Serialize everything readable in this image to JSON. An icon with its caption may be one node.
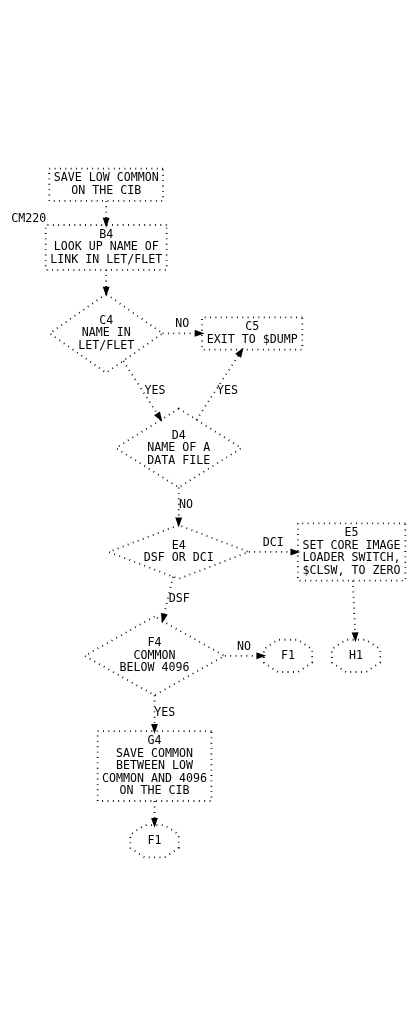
{
  "diagram": {
    "nodes": [
      {
        "text": [
          "SAVE LOW COMMON ON THE CIB"
        ]
      },
      {
        "text": [
          "B4",
          "LOOK UP NAME OF LINK IN LET/FLET"
        ],
        "beside": [
          "CM220"
        ]
      },
      {
        "text": [
          "C4",
          "NAME IN LET/FLET"
        ]
      },
      {
        "text": [
          "C5",
          "EXIT TO $DUMP"
        ]
      },
      {
        "text": [
          "D4",
          "NAME OF A DATA FILE"
        ]
      },
      {
        "text": [
          "E4",
          "DSF OR DCI"
        ]
      },
      {
        "text": [
          "E5",
          "SET CORE IMAGE LOADER SWITCH, $CLSW, TO ZERO"
        ]
      },
      {
        "text": [
          "H1"
        ]
      },
      {
        "text": [
          "F4",
          "COMMON BELOW 4096"
        ]
      },
      {
        "text": [
          "F1"
        ]
      },
      {
        "text": [
          "G4",
          "SAVE COMMON BETWEEN LOW COMMON AND 4096 ON THE CIB"
        ]
      },
      {
        "text": [
          "F1"
        ]
      }
    ],
    "edges": [
      {
        "from": 0,
        "to": 1,
        "arrow": "to"
      },
      {
        "from": 1,
        "to": 2,
        "arrow": "to"
      },
      {
        "from": 2,
        "to": 3,
        "arrow": "to",
        "label": "NO"
      },
      {
        "from": 2,
        "to": 4,
        "arrow": "to",
        "label": "YES"
      },
      {
        "from": 4,
        "to": 3,
        "arrow": "to",
        "label": "YES"
      },
      {
        "from": 4,
        "to": 5,
        "arrow": "to",
        "label": "NO"
      },
      {
        "from": 5,
        "to": 6,
        "arrow": "to",
        "label": "DCI"
      },
      {
        "from": 5,
        "to": 8,
        "arrow": "to",
        "label": "DSF"
      },
      {
        "from": 6,
        "to": 7,
        "arrow": "to"
      },
      {
        "from": 8,
        "to": 9,
        "arrow": "to",
        "label": "NO"
      },
      {
        "from": 8,
        "to": 10,
        "arrow": "to",
        "label": "YES"
      },
      {
        "from": 10,
        "to": 11,
        "arrow": "to"
      }
    ]
  }
}
